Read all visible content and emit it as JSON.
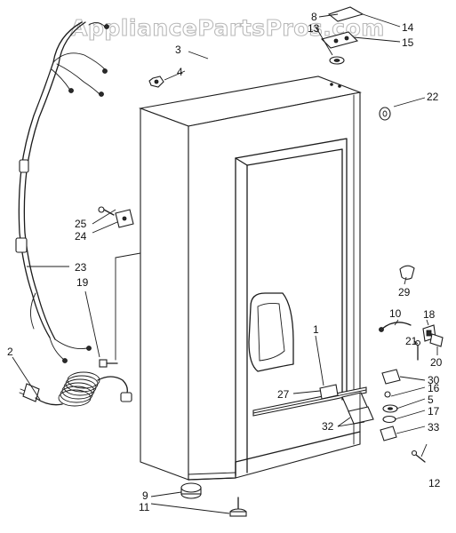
{
  "watermark": "AppliancePartsPros.com",
  "callouts": {
    "c1": "1",
    "c2": "2",
    "c3": "3",
    "c4": "4",
    "c5": "5",
    "c8": "8",
    "c9": "9",
    "c10": "10",
    "c11": "11",
    "c12": "12",
    "c13": "13",
    "c14": "14",
    "c15": "15",
    "c16": "16",
    "c17": "17",
    "c18": "18",
    "c19": "19",
    "c20": "20",
    "c21": "21",
    "c22": "22",
    "c23": "23",
    "c24": "24",
    "c25": "25",
    "c27": "27",
    "c29": "29",
    "c30": "30",
    "c32": "32",
    "c33": "33"
  },
  "colors": {
    "line": "#1c1c1c",
    "background": "#ffffff",
    "watermark_outline": "#b9b9b9"
  }
}
